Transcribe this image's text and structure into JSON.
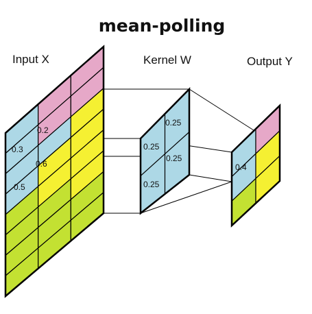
{
  "title": "mean-polling",
  "labels": {
    "input": "Input X",
    "kernel": "Kernel W",
    "output": "Output Y"
  },
  "input_values": [
    "0.2",
    "0.3",
    "0.6",
    "0.5"
  ],
  "kernel_values": [
    "0.25",
    "0.25",
    "0.25",
    "0.25"
  ],
  "output_value": "0.4",
  "colors": {
    "blue": "#add8e6",
    "pink": "#e6a8c8",
    "yellow": "#f5f032",
    "green": "#c3e132",
    "stroke": "#000000"
  },
  "input_grid": [
    [
      "blue",
      "pink",
      "pink"
    ],
    [
      "blue",
      "pink",
      "pink"
    ],
    [
      "blue",
      "blue",
      "yellow"
    ],
    [
      "blue",
      "yellow",
      "yellow"
    ],
    [
      "green",
      "yellow",
      "yellow"
    ],
    [
      "green",
      "green",
      "yellow"
    ],
    [
      "green",
      "green",
      "green"
    ],
    [
      "green",
      "green",
      "green"
    ]
  ],
  "output_grid": [
    [
      "blue",
      "pink"
    ],
    [
      "blue",
      "yellow"
    ],
    [
      "green",
      "yellow"
    ]
  ]
}
